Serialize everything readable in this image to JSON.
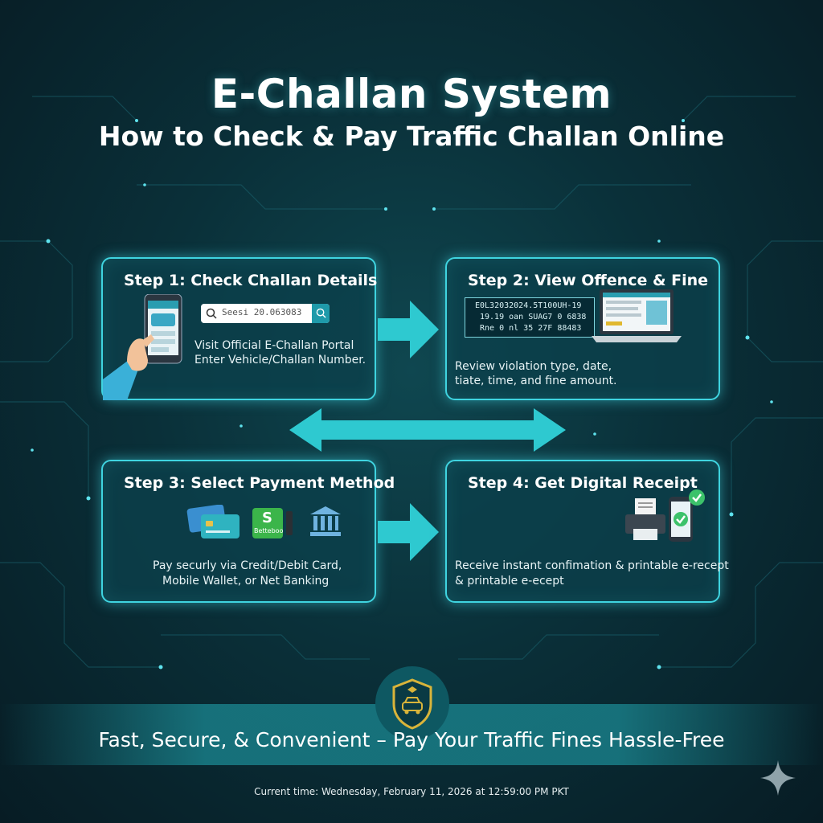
{
  "header": {
    "title": "E-Challan System",
    "subtitle": "How to Check & Pay Traffic Challan Online"
  },
  "steps": [
    {
      "title": "Step 1: Check Challan Details",
      "search_text": "Seesi 20.063083",
      "lines": [
        "Visit Official E-Challan Portal",
        "Enter Vehicle/Challan Number."
      ]
    },
    {
      "title": "Step 2: View Offence & Fine",
      "document_lines": [
        "E0L32032024.5T100UH-19",
        "19.19 oan SUAG7 0 6838",
        "Rne 0 nl 35 27F 88483"
      ],
      "lines": [
        "Review violation type, date,",
        "tiate, time, and fine amount."
      ]
    },
    {
      "title": "Step 3: Select Payment Method",
      "wallet_label": "Betteboo",
      "lines": [
        "Pay securly via Credit/Debit Card,",
        "Mobile Wallet, or Net Banking"
      ]
    },
    {
      "title": "Step 4: Get Digital Receipt",
      "lines": [
        "Receive instant confimation & printable e-recept",
        "& printable e-ecept"
      ]
    }
  ],
  "tagline": "Fast, Secure, & Convenient – Pay Your Traffic Fines Hassle-Free",
  "footer": "Current time: Wednesday, February 11, 2026 at 12:59:00 PM PKT",
  "colors": {
    "accent": "#3fd4e0",
    "arrow": "#2ec9d0",
    "background": "#0a3039",
    "shield_gold": "#d9b43a",
    "check_green": "#3cc26a"
  },
  "icons": [
    "phone-icon",
    "hand-icon",
    "search-icon",
    "laptop-icon",
    "credit-card-icon",
    "wallet-icon",
    "bank-icon",
    "printer-icon",
    "checkmark-icon",
    "shield-car-icon",
    "sparkle-icon"
  ]
}
